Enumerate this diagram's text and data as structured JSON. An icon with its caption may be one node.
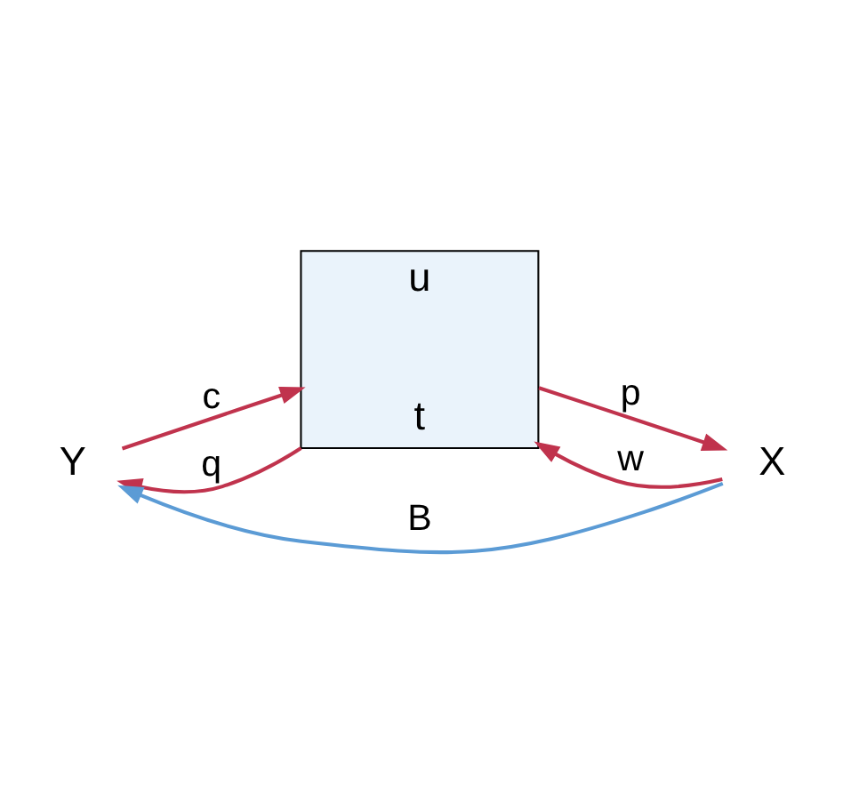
{
  "diagram": {
    "nodes": [
      {
        "text": [
          "Y"
        ]
      },
      {
        "text": [
          "u",
          "t"
        ]
      },
      {
        "text": [
          "X"
        ]
      }
    ],
    "edges": [
      {
        "from": 0,
        "to": 1,
        "arrow": "to",
        "label": "c"
      },
      {
        "from": 1,
        "to": 0,
        "arrow": "to",
        "label": "q"
      },
      {
        "from": 2,
        "to": 1,
        "arrow": "to",
        "label": "w"
      },
      {
        "from": 1,
        "to": 2,
        "arrow": "to",
        "label": "p"
      },
      {
        "from": 2,
        "to": 0,
        "arrow": "to",
        "label": "B",
        "color": "#5b9bd5"
      }
    ]
  }
}
